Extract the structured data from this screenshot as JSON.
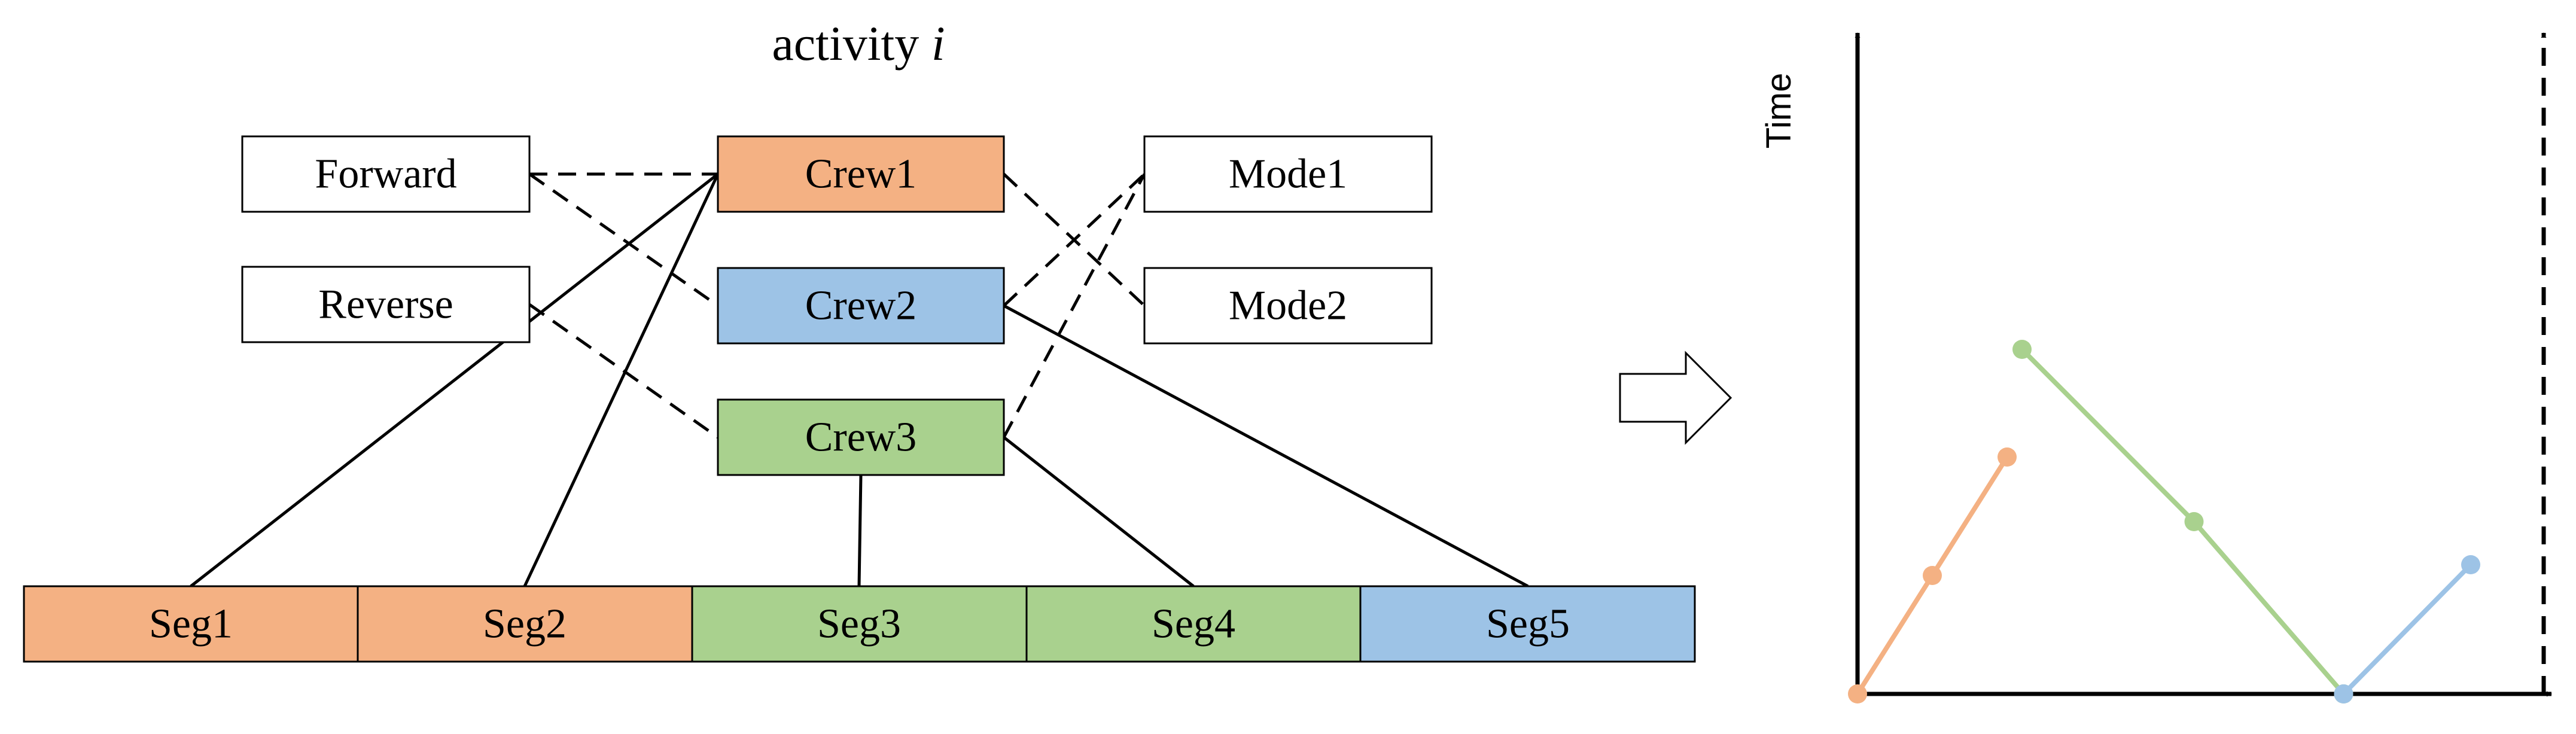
{
  "title": {
    "text": "activity ",
    "italic": "i"
  },
  "colors": {
    "orange": "#F4B183",
    "blue": "#9DC3E6",
    "green": "#A9D18E",
    "white": "#FFFFFF",
    "line": "#000000"
  },
  "directions": [
    {
      "id": "forward",
      "label": "Forward"
    },
    {
      "id": "reverse",
      "label": "Reverse"
    }
  ],
  "crews": [
    {
      "id": "crew1",
      "label": "Crew1",
      "color": "#F4B183"
    },
    {
      "id": "crew2",
      "label": "Crew2",
      "color": "#9DC3E6"
    },
    {
      "id": "crew3",
      "label": "Crew3",
      "color": "#A9D18E"
    }
  ],
  "modes": [
    {
      "id": "mode1",
      "label": "Mode1"
    },
    {
      "id": "mode2",
      "label": "Mode2"
    }
  ],
  "segments": [
    {
      "id": "seg1",
      "label": "Seg1",
      "color": "#F4B183"
    },
    {
      "id": "seg2",
      "label": "Seg2",
      "color": "#F4B183"
    },
    {
      "id": "seg3",
      "label": "Seg3",
      "color": "#A9D18E"
    },
    {
      "id": "seg4",
      "label": "Seg4",
      "color": "#A9D18E"
    },
    {
      "id": "seg5",
      "label": "Seg5",
      "color": "#9DC3E6"
    }
  ],
  "links": {
    "dashed": [
      [
        "forward",
        "crew1"
      ],
      [
        "forward",
        "crew2"
      ],
      [
        "reverse",
        "crew3"
      ],
      [
        "crew1",
        "mode2"
      ],
      [
        "crew2",
        "mode1"
      ],
      [
        "crew3",
        "mode1"
      ]
    ],
    "solid": [
      [
        "crew1",
        "seg1"
      ],
      [
        "crew1",
        "seg2"
      ],
      [
        "crew3",
        "seg3"
      ],
      [
        "crew3",
        "seg4"
      ],
      [
        "crew2",
        "seg5"
      ]
    ]
  },
  "arrow": {
    "name": "transform-arrow"
  },
  "plot": {
    "ylabel": "Time",
    "paths": [
      {
        "crew": "crew1",
        "color": "#F4B183",
        "points": [
          [
            0,
            0
          ],
          [
            1,
            1.1
          ],
          [
            2,
            2.2
          ]
        ]
      },
      {
        "crew": "crew3",
        "color": "#A9D18E",
        "points": [
          [
            2.2,
            3.2
          ],
          [
            4.5,
            1.6
          ],
          [
            6.5,
            0
          ]
        ]
      },
      {
        "crew": "crew2",
        "color": "#9DC3E6",
        "points": [
          [
            6.5,
            0
          ],
          [
            8.2,
            1.2
          ]
        ]
      }
    ]
  }
}
